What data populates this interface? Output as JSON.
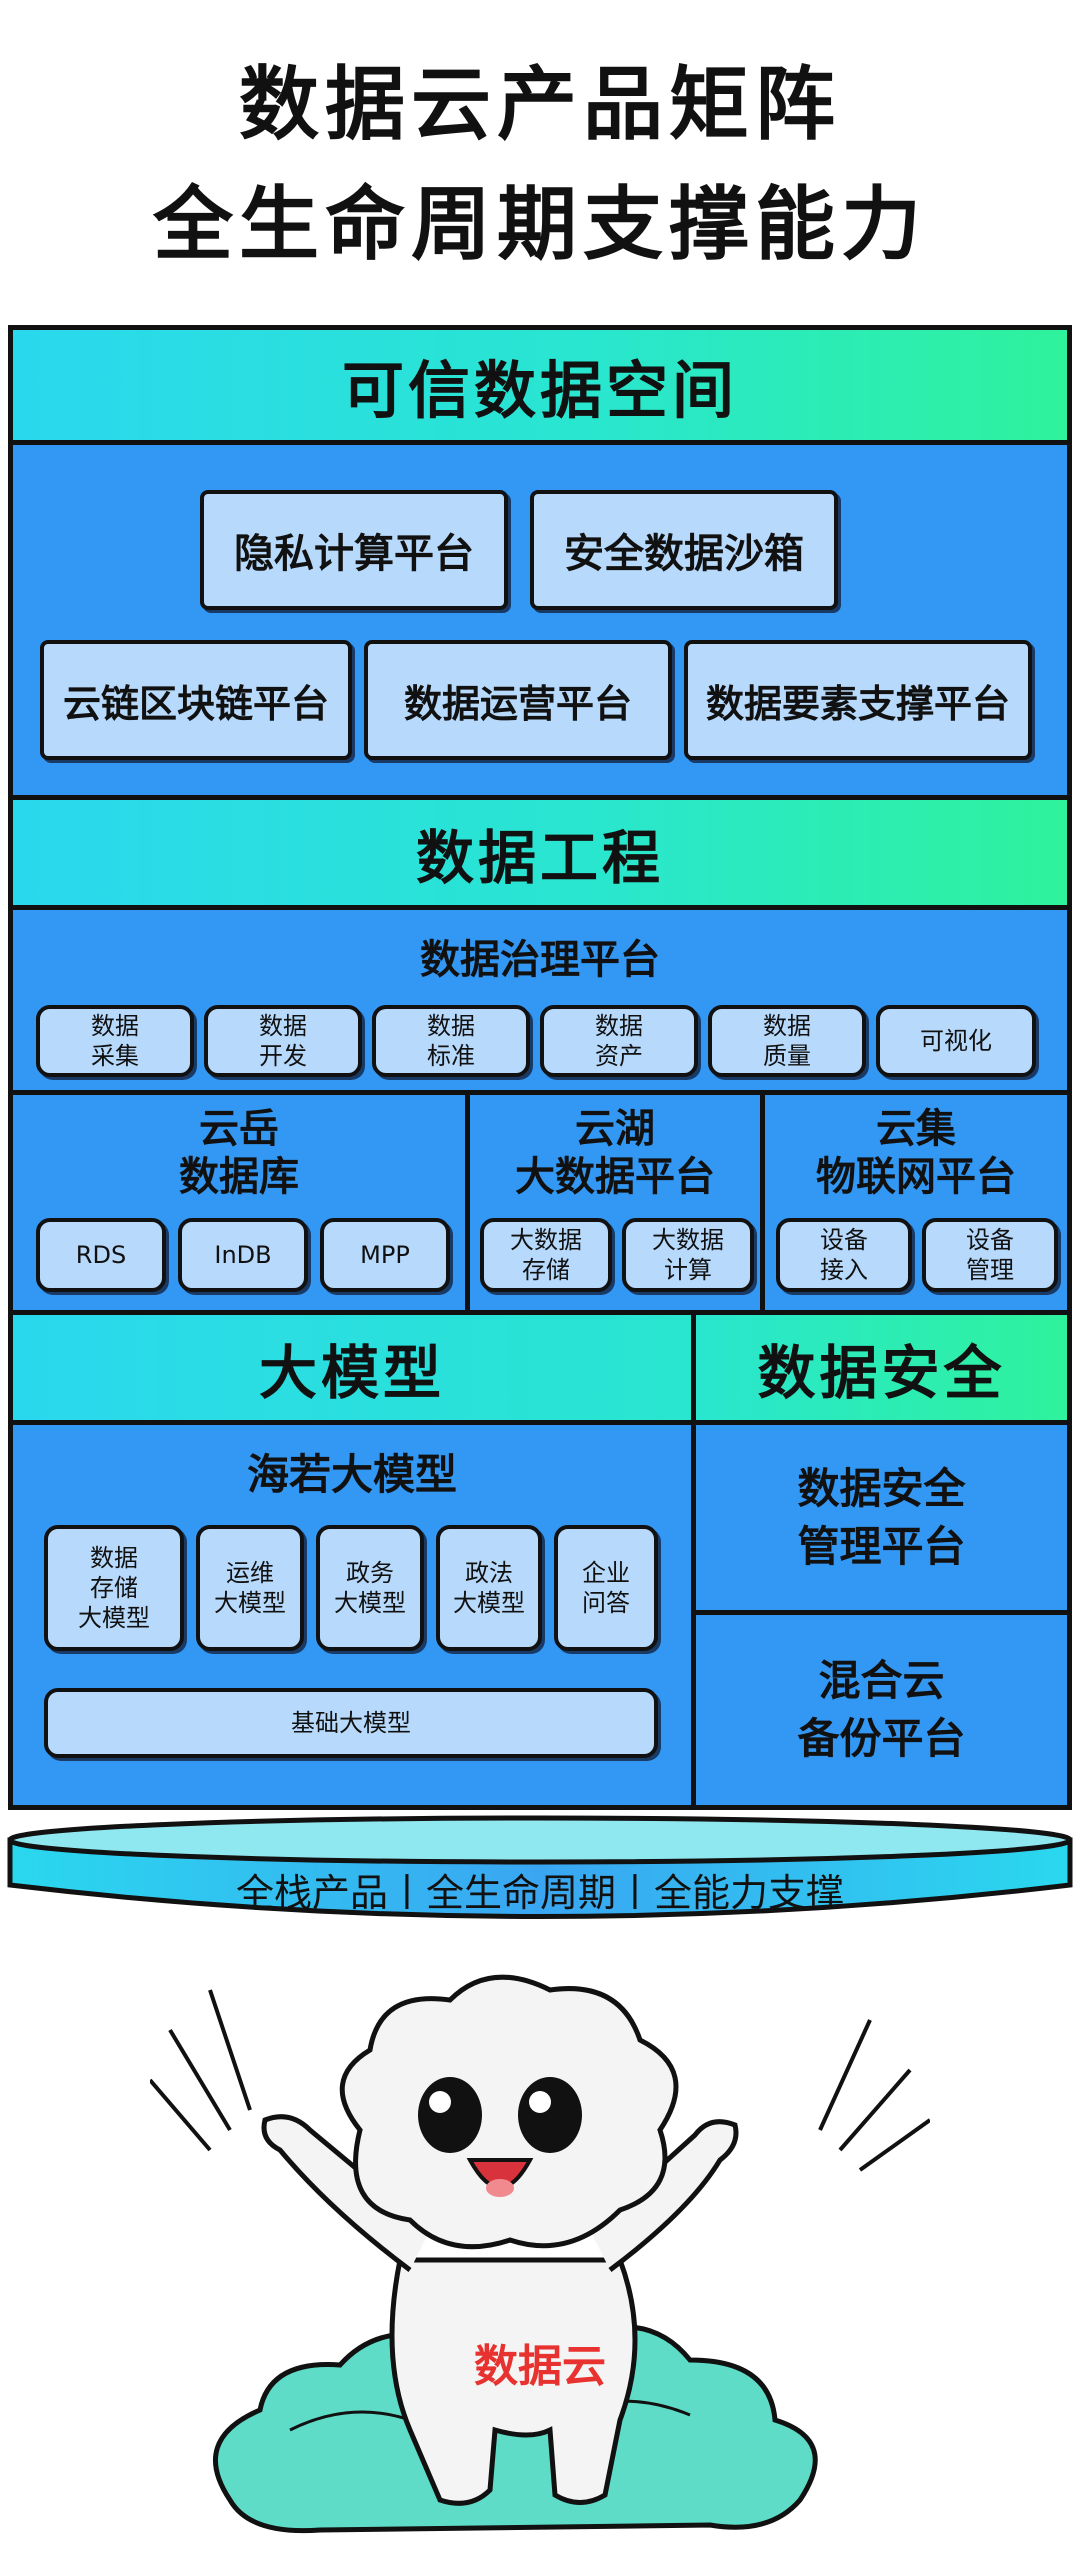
{
  "header": {
    "line1": "数据云产品矩阵",
    "line2": "全生命周期支撑能力"
  },
  "trusted_space": {
    "title": "可信数据空间",
    "row1": [
      "隐私计算平台",
      "安全数据沙箱"
    ],
    "row2": [
      "云链区块链平台",
      "数据运营平台",
      "数据要素支撑平台"
    ]
  },
  "data_engineering": {
    "title": "数据工程",
    "governance": {
      "title": "数据治理平台",
      "items": [
        "数据\n采集",
        "数据\n开发",
        "数据\n标准",
        "数据\n资产",
        "数据\n质量",
        "可视化"
      ]
    },
    "yunyue": {
      "title": "云岳\n数据库",
      "items": [
        "RDS",
        "InDB",
        "MPP"
      ]
    },
    "yunhu": {
      "title": "云湖\n大数据平台",
      "items": [
        "大数据\n存储",
        "大数据\n计算"
      ]
    },
    "yunji": {
      "title": "云集\n物联网平台",
      "items": [
        "设备\n接入",
        "设备\n管理"
      ]
    }
  },
  "large_model": {
    "title": "大模型",
    "sub": "海若大模型",
    "items": [
      "数据\n存储\n大模型",
      "运维\n大模型",
      "政务\n大模型",
      "政法\n大模型",
      "企业\n问答"
    ],
    "base": "基础大模型"
  },
  "data_security": {
    "title": "数据安全",
    "items": [
      "数据安全\n管理平台",
      "混合云\n备份平台"
    ]
  },
  "base_platform": {
    "text": "全栈产品丨全生命周期丨全能力支撑"
  },
  "mascot": {
    "shirt_text": "数据云"
  },
  "colors": {
    "panel_blue": "#3397f4",
    "chip_blue": "#b7d9fb",
    "band_gradient": [
      "#2ad8ee",
      "#2ff29c"
    ],
    "mascot_text": "#e8322f"
  }
}
